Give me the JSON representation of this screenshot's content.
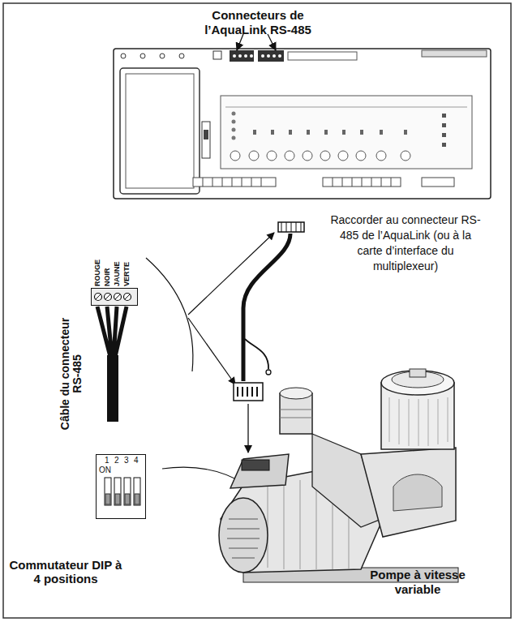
{
  "diagram": {
    "nodes": [
      {
        "text": [
          "ROUGE",
          "NOIR",
          "JAUNE",
          "VERTE",
          "Câble du connecteur RS-485"
        ]
      },
      {
        "text": [
          "ON",
          "1",
          "2",
          "3",
          "4",
          "Commutateur DIP à 4 positions"
        ]
      }
    ],
    "labels": [
      "Connecteurs de l’AquaLink RS-485",
      "Raccorder au connecteur RS-485 de l’AquaLink (ou à la carte d’interface du multiplexeur)",
      "Pompe à vitesse variable"
    ]
  }
}
